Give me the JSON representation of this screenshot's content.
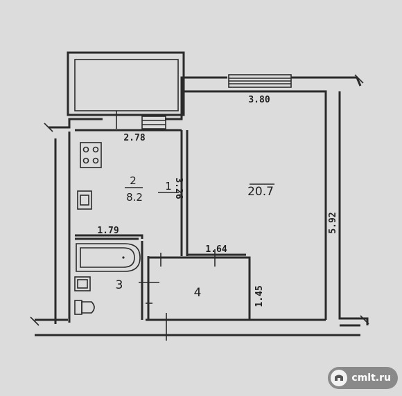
{
  "rooms": [
    {
      "number": "1",
      "area": "20.7"
    },
    {
      "number": "2",
      "area": "8.2"
    },
    {
      "number": "3",
      "area": ""
    },
    {
      "number": "4",
      "area": ""
    }
  ],
  "dimensions": {
    "room1_width": "3.80",
    "room1_length": "5.92",
    "room2_width": "2.78",
    "room2_length": "3.26",
    "bath_width": "1.79",
    "hall_width": "1.64",
    "hall_length": "1.45"
  },
  "watermark": {
    "site": "cmlt.ru",
    "logo_icon": "cmlt-logo-icon"
  },
  "colors": {
    "paper": "#dcdcdc",
    "ink": "#2a2a2a"
  }
}
